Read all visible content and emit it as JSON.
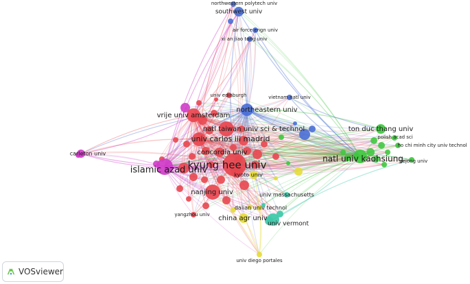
{
  "app": {
    "brand_name": "VOSviewer"
  },
  "colors": {
    "red": "#e8474f",
    "green": "#3fc83f",
    "blue": "#4a6fd6",
    "yellow": "#e6dc3a",
    "purple": "#cf3cc8",
    "teal": "#3cc8a8",
    "brand_green": "#5fbf3f"
  },
  "network": {
    "nodes": [
      {
        "id": "kyung-hee-univ",
        "label": "kyung hee univ",
        "cluster": "red"
      },
      {
        "id": "islamic-azad-univ",
        "label": "islamic azad univ",
        "cluster": "purple"
      },
      {
        "id": "natl-univ-kaohsiung",
        "label": "natl univ kaohsiung",
        "cluster": "green"
      },
      {
        "id": "ton-duc-thang-univ",
        "label": "ton duc thang univ",
        "cluster": "green"
      },
      {
        "id": "northeastern-univ",
        "label": "northeastern univ",
        "cluster": "blue"
      },
      {
        "id": "natl-taiwan-univ-sci-technol",
        "label": "natl taiwan univ sci & technol",
        "cluster": "red"
      },
      {
        "id": "univ-carlos-iii-madrid",
        "label": "univ carlos iii madrid",
        "cluster": "red"
      },
      {
        "id": "vrije-univ-amsterdam",
        "label": "vrije univ amsterdam",
        "cluster": "red"
      },
      {
        "id": "concordia-univ",
        "label": "concordia univ",
        "cluster": "red"
      },
      {
        "id": "nanjing-univ",
        "label": "nanjing univ",
        "cluster": "red"
      },
      {
        "id": "china-agr-univ",
        "label": "china agr univ",
        "cluster": "yellow"
      },
      {
        "id": "kyoto-univ",
        "label": "kyoto univ",
        "cluster": "yellow"
      },
      {
        "id": "univ-vermont",
        "label": "univ vermont",
        "cluster": "teal"
      },
      {
        "id": "univ-massachusetts",
        "label": "univ massachusetts",
        "cluster": "teal"
      },
      {
        "id": "dalian-univ-technol",
        "label": "dalian univ technol",
        "cluster": "yellow"
      },
      {
        "id": "yangzhou-univ",
        "label": "yangzhou univ",
        "cluster": "red"
      },
      {
        "id": "univ-diego-portales",
        "label": "univ diego portales",
        "cluster": "yellow"
      },
      {
        "id": "carleton-univ",
        "label": "carleton univ",
        "cluster": "purple"
      },
      {
        "id": "univ-edinburgh",
        "label": "univ edinburgh",
        "cluster": "red"
      },
      {
        "id": "vietnam-natl-univ",
        "label": "vietnam natl univ",
        "cluster": "blue"
      },
      {
        "id": "southwest-univ",
        "label": "southwest univ",
        "cluster": "blue"
      },
      {
        "id": "northwestern-polytech-univ",
        "label": "northwestern polytech univ",
        "cluster": "blue"
      },
      {
        "id": "air-force-engn-univ",
        "label": "air force engn univ",
        "cluster": "blue"
      },
      {
        "id": "xi-an-jiao-tong-univ",
        "label": "xi an jiao tong univ",
        "cluster": "blue"
      },
      {
        "id": "polish-acad-sci",
        "label": "polish acad sci",
        "cluster": "green"
      },
      {
        "id": "ho-chi-minh-city-univ-technol",
        "label": "ho chi minh city univ technol",
        "cluster": "green"
      },
      {
        "id": "sejong-univ",
        "label": "sejong univ",
        "cluster": "green"
      }
    ]
  }
}
